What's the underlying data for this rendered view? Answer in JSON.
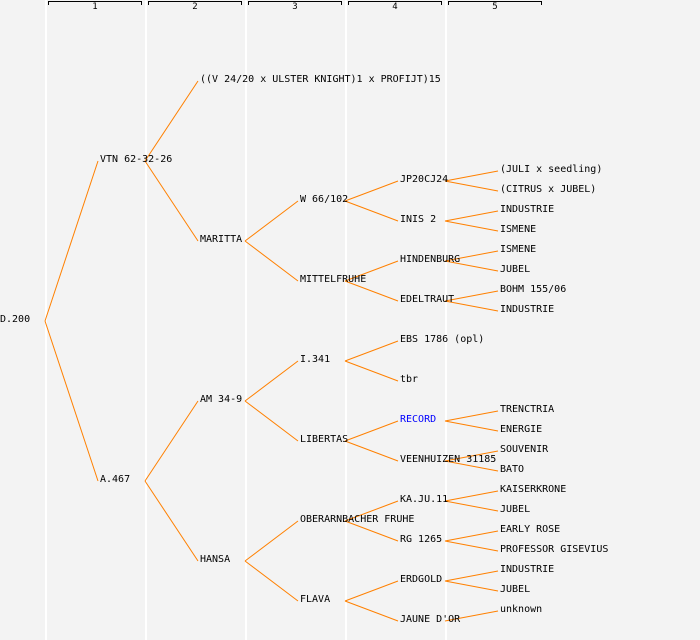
{
  "header": {
    "generations": [
      "1",
      "2",
      "3",
      "4",
      "5"
    ]
  },
  "colors": {
    "line": "#ff8000",
    "text": "#000000",
    "highlight": "#0000ff",
    "background": "#f3f3f3"
  },
  "tree": {
    "name": "D.200",
    "children": [
      {
        "name": "VTN 62-32-26",
        "children": [
          {
            "name": "((V 24/20 x ULSTER KNIGHT)1 x PROFIJT)15",
            "children": []
          },
          {
            "name": "MARITTA",
            "children": [
              {
                "name": "W 66/102",
                "children": [
                  {
                    "name": "JP20CJ24",
                    "children": [
                      {
                        "name": "(JULI x seedling)"
                      },
                      {
                        "name": "(CITRUS x JUBEL)"
                      }
                    ]
                  },
                  {
                    "name": "INIS 2",
                    "children": [
                      {
                        "name": "INDUSTRIE"
                      },
                      {
                        "name": "ISMENE"
                      }
                    ]
                  }
                ]
              },
              {
                "name": "MITTELFRUHE",
                "children": [
                  {
                    "name": "HINDENBURG",
                    "children": [
                      {
                        "name": "ISMENE"
                      },
                      {
                        "name": "JUBEL"
                      }
                    ]
                  },
                  {
                    "name": "EDELTRAUT",
                    "children": [
                      {
                        "name": "BOHM 155/06"
                      },
                      {
                        "name": "INDUSTRIE"
                      }
                    ]
                  }
                ]
              }
            ]
          }
        ]
      },
      {
        "name": "A.467",
        "children": [
          {
            "name": "AM 34-9",
            "children": [
              {
                "name": "I.341",
                "children": [
                  {
                    "name": "EBS 1786 (opl)",
                    "children": []
                  },
                  {
                    "name": "tbr",
                    "children": []
                  }
                ]
              },
              {
                "name": "LIBERTAS",
                "children": [
                  {
                    "name": "RECORD",
                    "highlight": true,
                    "children": [
                      {
                        "name": "TRENCTRIA"
                      },
                      {
                        "name": "ENERGIE"
                      }
                    ]
                  },
                  {
                    "name": "VEENHUIZEN 31185",
                    "children": [
                      {
                        "name": "SOUVENIR"
                      },
                      {
                        "name": "BATO"
                      }
                    ]
                  }
                ]
              }
            ]
          },
          {
            "name": "HANSA",
            "children": [
              {
                "name": "OBERARNBACHER FRUHE",
                "children": [
                  {
                    "name": "KA.JU.11",
                    "children": [
                      {
                        "name": "KAISERKRONE"
                      },
                      {
                        "name": "JUBEL"
                      }
                    ]
                  },
                  {
                    "name": "RG 1265",
                    "children": [
                      {
                        "name": "EARLY ROSE"
                      },
                      {
                        "name": "PROFESSOR GISEVIUS"
                      }
                    ]
                  }
                ]
              },
              {
                "name": "FLAVA",
                "children": [
                  {
                    "name": "ERDGOLD",
                    "children": [
                      {
                        "name": "INDUSTRIE"
                      },
                      {
                        "name": "JUBEL"
                      }
                    ]
                  },
                  {
                    "name": "JAUNE D'OR",
                    "children": [
                      {
                        "name": "unknown"
                      }
                    ]
                  }
                ]
              }
            ]
          }
        ]
      }
    ]
  }
}
